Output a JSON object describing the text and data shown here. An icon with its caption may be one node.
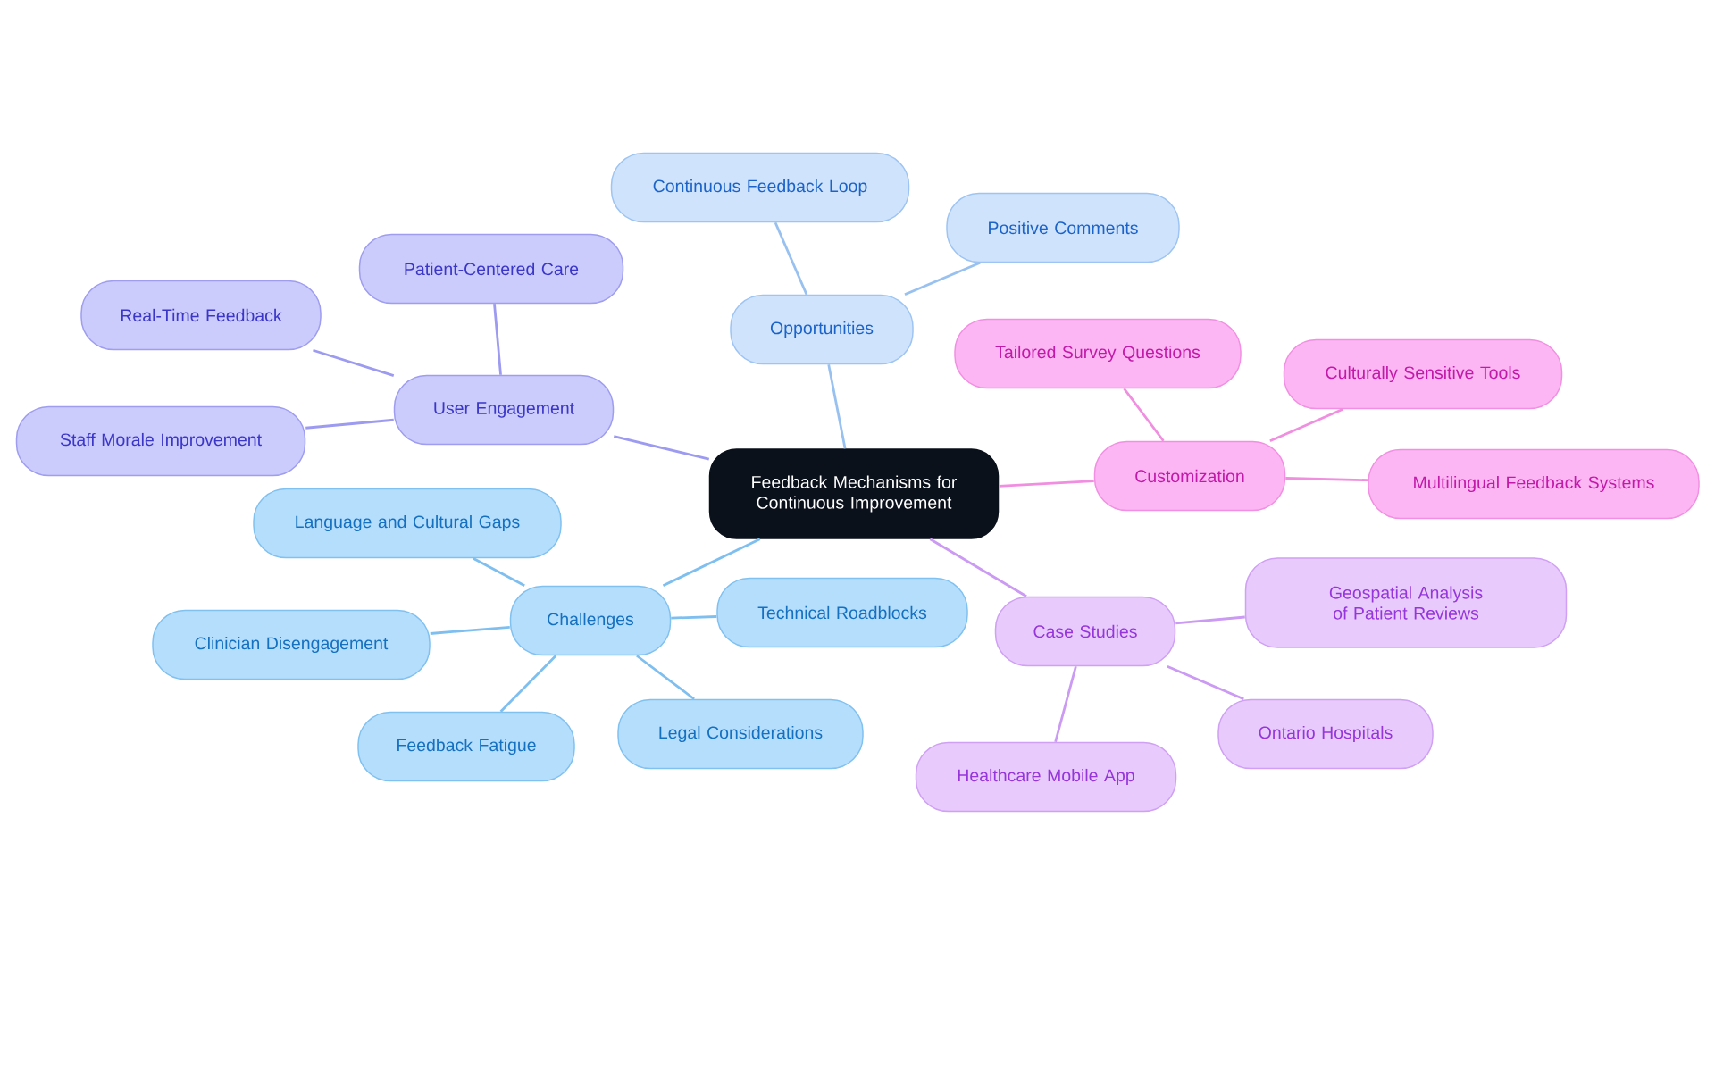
{
  "diagram": {
    "nodes": [
      {
        "text": [
          "Feedback Mechanisms for Continuous Improvement"
        ]
      },
      {
        "text": [
          "User Engagement"
        ]
      },
      {
        "text": [
          "Patient-Centered Care"
        ]
      },
      {
        "text": [
          "Real-Time Feedback"
        ]
      },
      {
        "text": [
          "Staff Morale Improvement"
        ]
      },
      {
        "text": [
          "Opportunities"
        ]
      },
      {
        "text": [
          "Continuous Feedback Loop"
        ]
      },
      {
        "text": [
          "Positive Comments"
        ]
      },
      {
        "text": [
          "Customization"
        ]
      },
      {
        "text": [
          "Tailored Survey Questions"
        ]
      },
      {
        "text": [
          "Culturally Sensitive Tools"
        ]
      },
      {
        "text": [
          "Multilingual Feedback Systems"
        ]
      },
      {
        "text": [
          "Challenges"
        ]
      },
      {
        "text": [
          "Language and Cultural Gaps"
        ]
      },
      {
        "text": [
          "Clinician Disengagement"
        ]
      },
      {
        "text": [
          "Technical Roadblocks"
        ]
      },
      {
        "text": [
          "Feedback Fatigue"
        ]
      },
      {
        "text": [
          "Legal Considerations"
        ]
      },
      {
        "text": [
          "Case Studies"
        ]
      },
      {
        "text": [
          "Geospatial Analysis of Patient Reviews"
        ]
      },
      {
        "text": [
          "Ontario Hospitals"
        ]
      },
      {
        "text": [
          "Healthcare Mobile App"
        ]
      }
    ],
    "edges": [
      {
        "from": 0,
        "to": 1,
        "arrow": "none",
        "color": "#9d9bf0"
      },
      {
        "from": 1,
        "to": 2,
        "arrow": "none",
        "color": "#9d9bf0"
      },
      {
        "from": 1,
        "to": 3,
        "arrow": "none",
        "color": "#9d9bf0"
      },
      {
        "from": 1,
        "to": 4,
        "arrow": "none",
        "color": "#9d9bf0"
      },
      {
        "from": 0,
        "to": 5,
        "arrow": "none",
        "color": "#99c1f0"
      },
      {
        "from": 5,
        "to": 6,
        "arrow": "none",
        "color": "#99c1f0"
      },
      {
        "from": 5,
        "to": 7,
        "arrow": "none",
        "color": "#99c1f0"
      },
      {
        "from": 0,
        "to": 8,
        "arrow": "none",
        "color": "#f08ee0"
      },
      {
        "from": 8,
        "to": 9,
        "arrow": "none",
        "color": "#f08ee0"
      },
      {
        "from": 8,
        "to": 10,
        "arrow": "none",
        "color": "#f08ee0"
      },
      {
        "from": 8,
        "to": 11,
        "arrow": "none",
        "color": "#f08ee0"
      },
      {
        "from": 0,
        "to": 12,
        "arrow": "none"
      },
      {
        "from": 12,
        "to": 13,
        "arrow": "none"
      },
      {
        "from": 12,
        "to": 14,
        "arrow": "none"
      },
      {
        "from": 12,
        "to": 15,
        "arrow": "none"
      },
      {
        "from": 12,
        "to": 16,
        "arrow": "none"
      },
      {
        "from": 12,
        "to": 17,
        "arrow": "none"
      },
      {
        "from": 0,
        "to": 18,
        "arrow": "none",
        "color": "#cb9af3"
      },
      {
        "from": 18,
        "to": 19,
        "arrow": "none",
        "color": "#cb9af3"
      },
      {
        "from": 18,
        "to": 20,
        "arrow": "none",
        "color": "#cb9af3"
      },
      {
        "from": 18,
        "to": 21,
        "arrow": "none",
        "color": "#cb9af3"
      }
    ]
  }
}
